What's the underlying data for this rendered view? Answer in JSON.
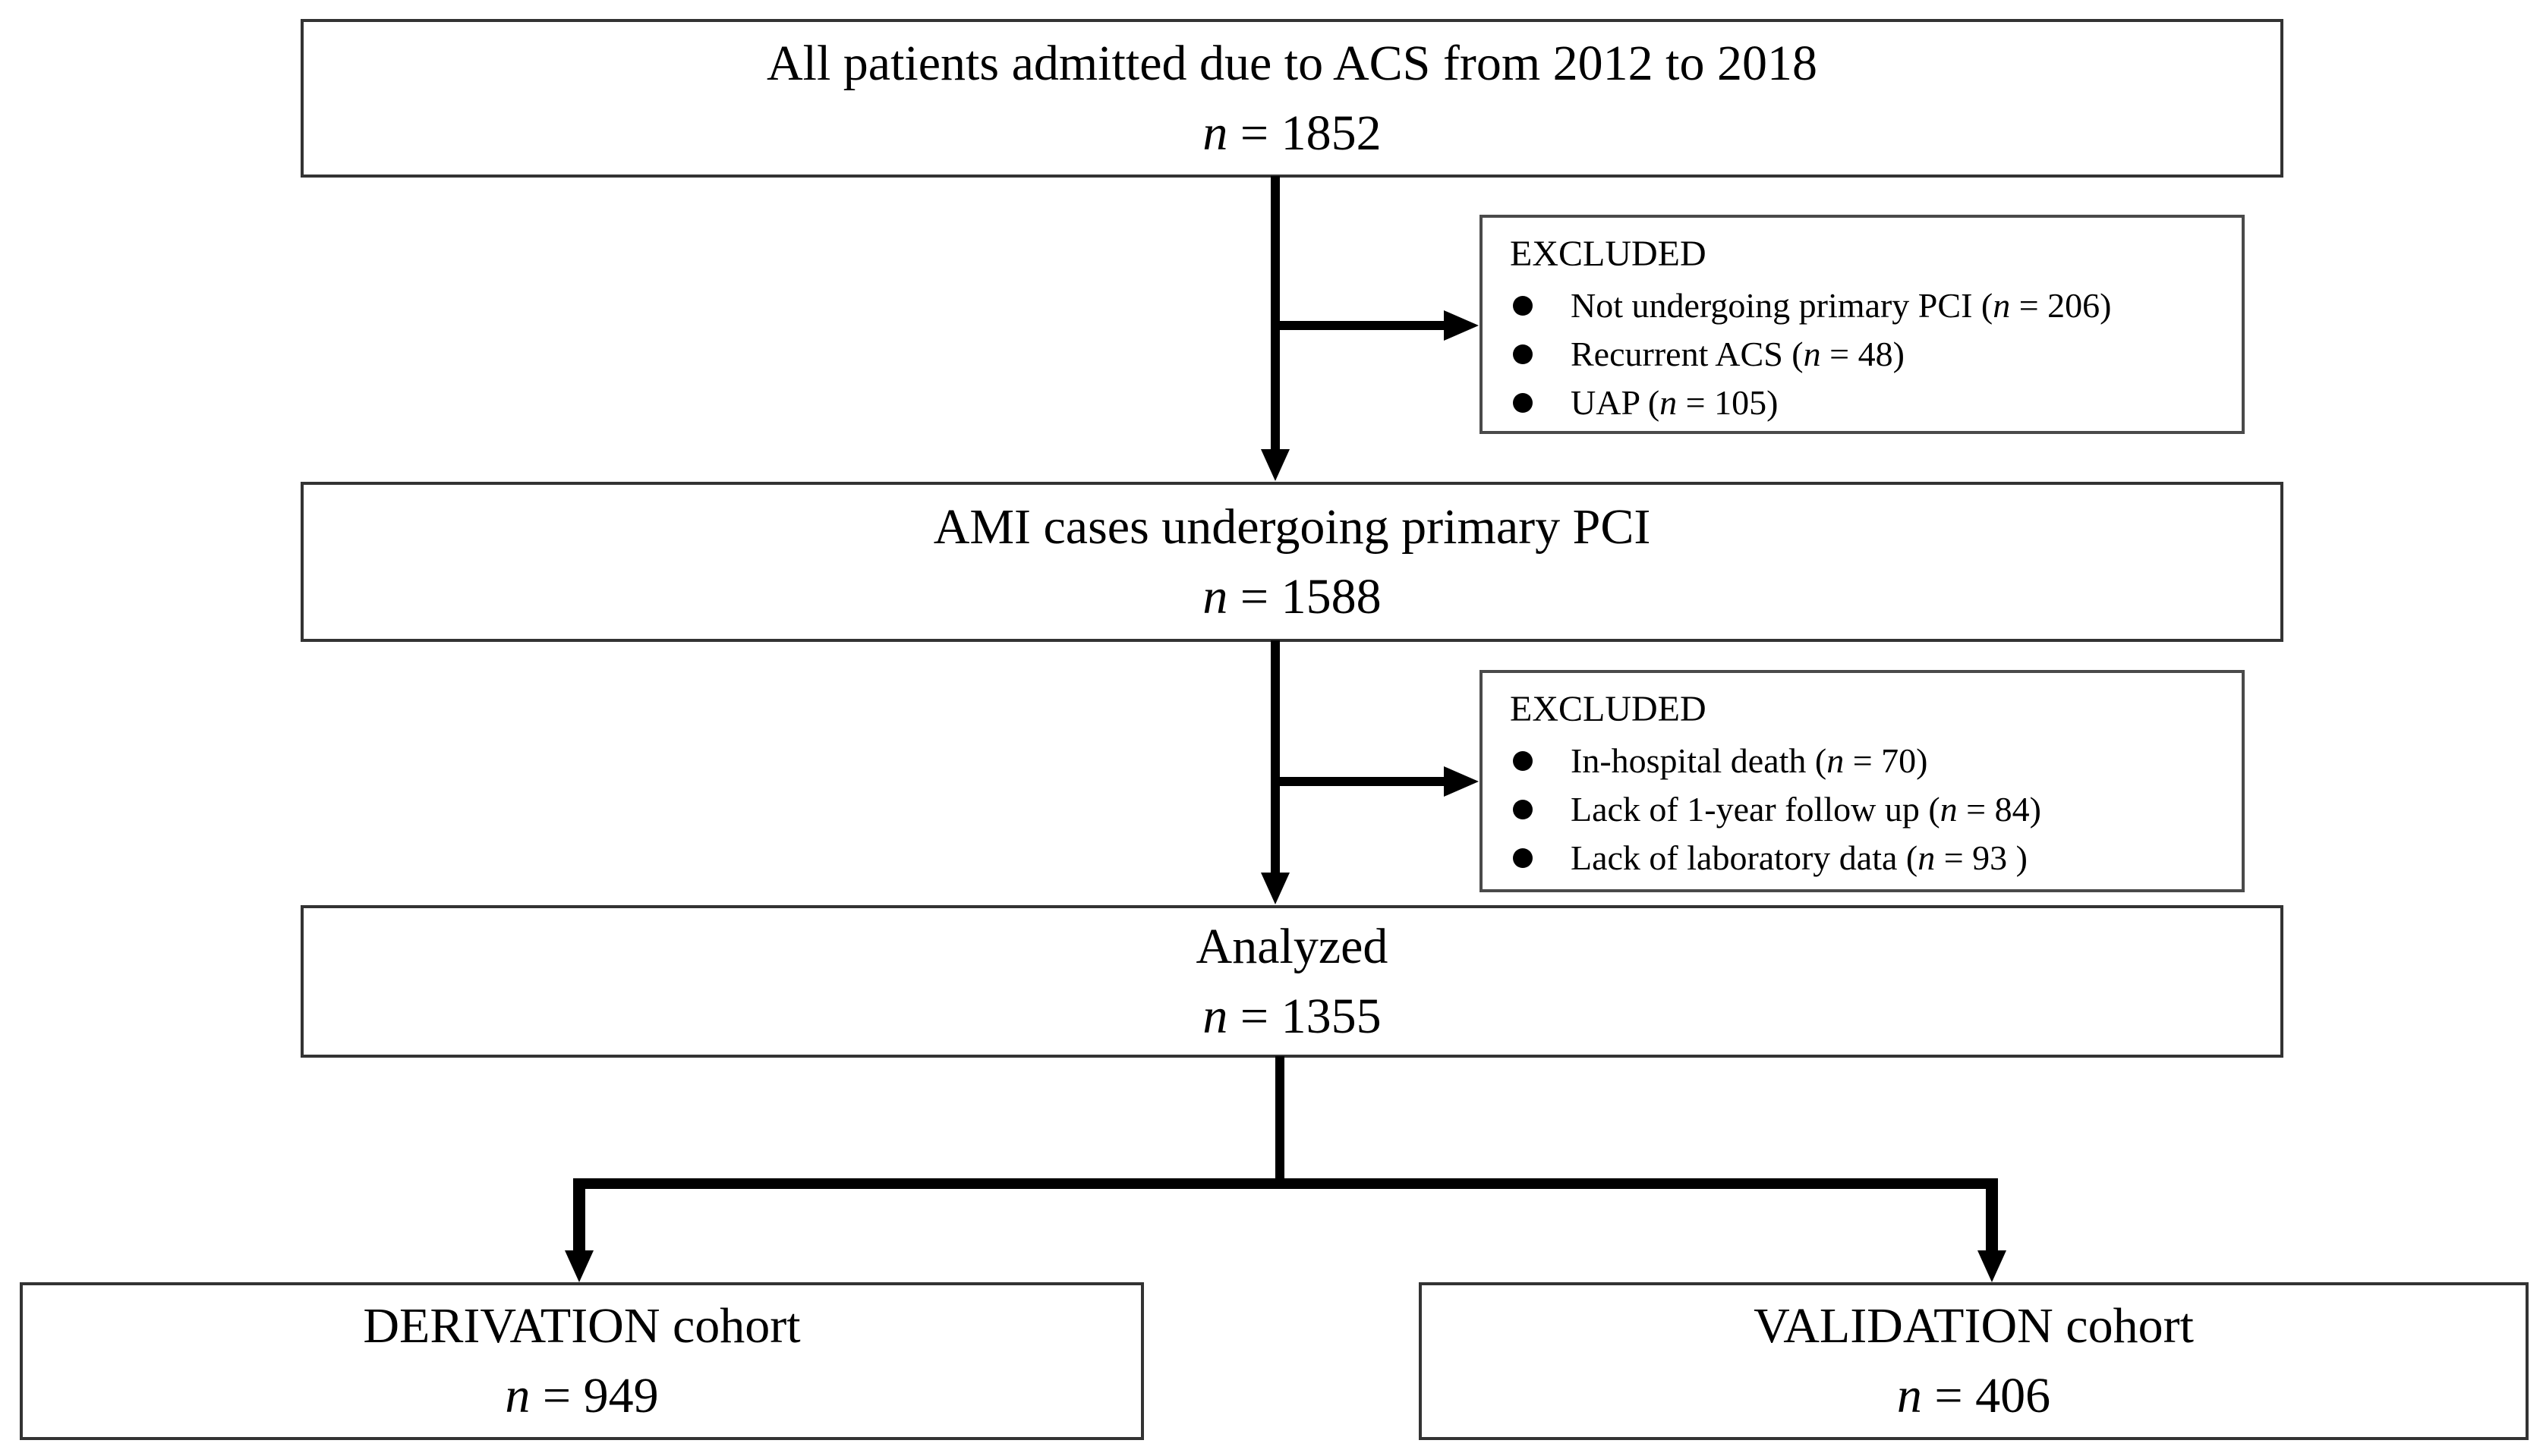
{
  "page": {
    "background": "#ffffff"
  },
  "flowchart": {
    "colors": {
      "line": "#000000",
      "box_border": "#333333",
      "excluded_border": "#4a4a4a",
      "text": "#000000"
    },
    "boxes": {
      "all_patients": {
        "line1": "All patients admitted due to ACS from 2012 to 2018",
        "line2": "n = 1852"
      },
      "excluded_1": {
        "title": "EXCLUDED",
        "items": [
          "Not undergoing primary PCI (n = 206)",
          "Recurrent ACS (n = 48)",
          "UAP (n = 105)"
        ]
      },
      "ami_pci": {
        "line1": "AMI cases undergoing primary PCI",
        "line2": "n = 1588"
      },
      "excluded_2": {
        "title": "EXCLUDED",
        "items": [
          "In-hospital death (n = 70)",
          "Lack of 1-year follow up (n = 84)",
          "Lack of laboratory data (n = 93 )"
        ]
      },
      "analyzed": {
        "line1": "Analyzed",
        "line2": "n = 1355"
      },
      "derivation": {
        "line1": "DERIVATION cohort",
        "line2": "n = 949"
      },
      "validation": {
        "line1": "VALIDATION cohort",
        "line2": "n = 406"
      }
    }
  }
}
